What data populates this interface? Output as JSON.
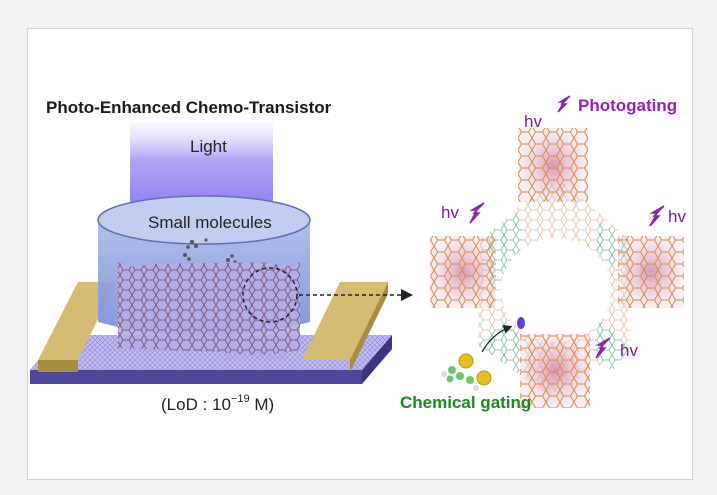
{
  "title": "Photo-Enhanced Chemo-Transistor",
  "light_label": "Light",
  "molecules_label": "Small molecules",
  "lod": {
    "prefix": "(LoD : 10",
    "exponent": "−19",
    "suffix": " M)"
  },
  "photogating_label": "Photogating",
  "hv_label": "hv",
  "chemical_gating_label": "Chemical gating",
  "colors": {
    "light_glow": "#7f6cf0",
    "electrode": "#c7ab63",
    "substrate": "#5a4fa5",
    "mof_orange": "#d9894e",
    "mof_green": "#2e9a7a",
    "photo_purple": "#8a22b0",
    "chem_green": "#1d8a1d",
    "analyte_yellow": "#e8c020",
    "analyte_green": "#6bc96b"
  },
  "icons": [
    "lightning-bolt-icon",
    "light-beam",
    "analyte-molecule-icon",
    "dashed-arrow"
  ]
}
